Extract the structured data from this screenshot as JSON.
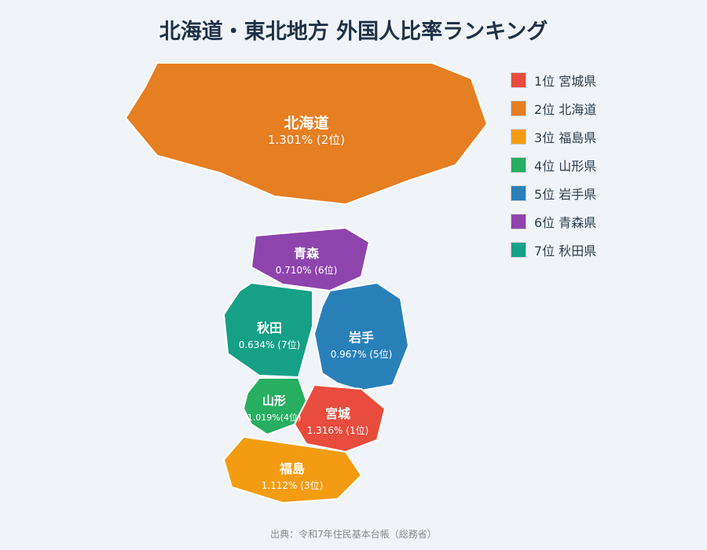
{
  "chart_data": {
    "type": "map",
    "title": "北海道・東北地方 外国人比率ランキング",
    "unit": "%",
    "regions": [
      {
        "name": "北海道",
        "value": 1.301,
        "rank": 2,
        "label": "1.301% (2位)",
        "color": "#e67e22"
      },
      {
        "name": "青森",
        "value": 0.71,
        "rank": 6,
        "label": "0.710% (6位)",
        "color": "#8e44ad"
      },
      {
        "name": "秋田",
        "value": 0.634,
        "rank": 7,
        "label": "0.634% (7位)",
        "color": "#16a085"
      },
      {
        "name": "岩手",
        "value": 0.967,
        "rank": 5,
        "label": "0.967% (5位)",
        "color": "#2980b9"
      },
      {
        "name": "山形",
        "value": 1.019,
        "rank": 4,
        "label": "1.019%(4位)",
        "color": "#27ae60"
      },
      {
        "name": "宮城",
        "value": 1.316,
        "rank": 1,
        "label": "1.316% (1位)",
        "color": "#e74c3c"
      },
      {
        "name": "福島",
        "value": 1.112,
        "rank": 3,
        "label": "1.112% (3位)",
        "color": "#f39c12"
      }
    ],
    "legend": [
      {
        "label": "1位 宮城県",
        "color": "#e74c3c"
      },
      {
        "label": "2位 北海道",
        "color": "#e67e22"
      },
      {
        "label": "3位 福島県",
        "color": "#f39c12"
      },
      {
        "label": "4位 山形県",
        "color": "#27ae60"
      },
      {
        "label": "5位 岩手県",
        "color": "#2980b9"
      },
      {
        "label": "6位 青森県",
        "color": "#8e44ad"
      },
      {
        "label": "7位 秋田県",
        "color": "#16a085"
      }
    ],
    "legend_position": "top-right"
  },
  "source": "出典：令和7年住民基本台帳（総務省）"
}
